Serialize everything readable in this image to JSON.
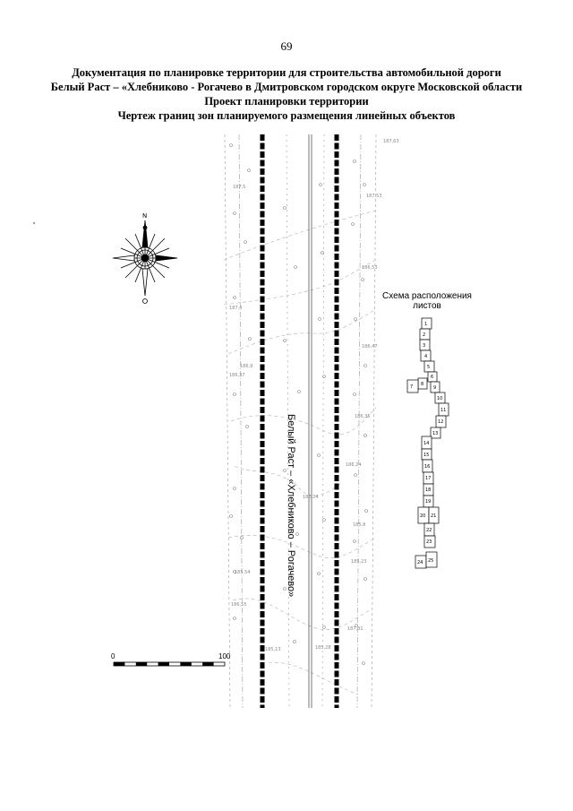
{
  "page": {
    "number": "69"
  },
  "title": {
    "line1": "Документация по планировке территории для строительства автомобильной дороги",
    "line2": "Белый Раст – «Хлебниково - Рогачево в Дмитровском городском округе Московской области",
    "line3": "Проект планировки территории",
    "line4": "Чертеж границ зон планируемого размещения линейных объектов"
  },
  "map": {
    "road_label": "Белый Раст – «Хлебниково – Рогачево»",
    "compass": {
      "north_label": "N"
    },
    "scale_bar": {
      "start_label": "0",
      "end_label": "100"
    },
    "elevation_marks": [
      "187,63",
      "187,53",
      "187,5",
      "187,4",
      "186,53",
      "186,47",
      "186,37",
      "186,9",
      "186,35",
      "186,24",
      "186,24",
      "185,8",
      "185,54",
      "185,23",
      "186,55",
      "185,13",
      "185,28",
      "187,31"
    ],
    "key_map": {
      "title_line1": "Схема расположения",
      "title_line2": "листов",
      "sheets": [
        "1",
        "2",
        "3",
        "4",
        "5",
        "6",
        "7",
        "8",
        "9",
        "10",
        "11",
        "12",
        "13",
        "14",
        "15",
        "16",
        "17",
        "18",
        "19",
        "20",
        "21",
        "22",
        "23",
        "24",
        "25"
      ]
    }
  }
}
